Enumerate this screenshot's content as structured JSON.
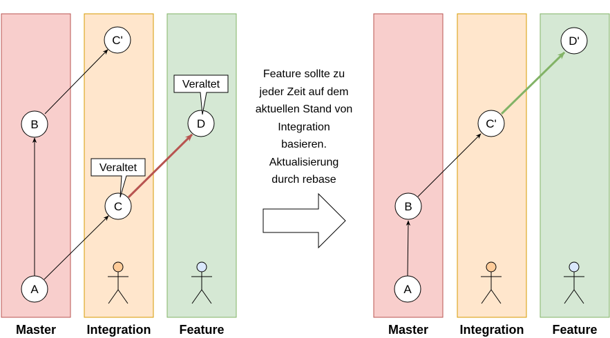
{
  "colors": {
    "master_fill": "#f8cecc",
    "master_stroke": "#b85450",
    "integration_fill": "#ffe6cc",
    "integration_stroke": "#d79b00",
    "feature_fill": "#d5e8d4",
    "feature_stroke": "#82b366",
    "stale_arrow": "#b85450",
    "rebased_arrow": "#82b366",
    "integration_actor": "#ffcc99",
    "feature_actor": "#dae8fc"
  },
  "before": {
    "lanes": {
      "master": "Master",
      "integration": "Integration",
      "feature": "Feature"
    },
    "nodes": {
      "a": "A",
      "b": "B",
      "c": "C",
      "c_prime": "C'",
      "d": "D"
    },
    "callouts": {
      "c_stale": "Veraltet",
      "d_stale": "Veraltet"
    },
    "actors": {
      "integration": "person-icon",
      "feature": "person-icon"
    }
  },
  "note": {
    "lines": [
      "Feature sollte zu",
      "jeder Zeit auf dem",
      "aktuellen Stand von",
      "Integration",
      "basieren.",
      "Aktualisierung",
      "durch rebase"
    ]
  },
  "transition_icon": "right-arrow-icon",
  "after": {
    "lanes": {
      "master": "Master",
      "integration": "Integration",
      "feature": "Feature"
    },
    "nodes": {
      "a": "A",
      "b": "B",
      "c_prime": "C'",
      "d_prime": "D'"
    },
    "actors": {
      "integration": "person-icon",
      "feature": "person-icon"
    }
  }
}
